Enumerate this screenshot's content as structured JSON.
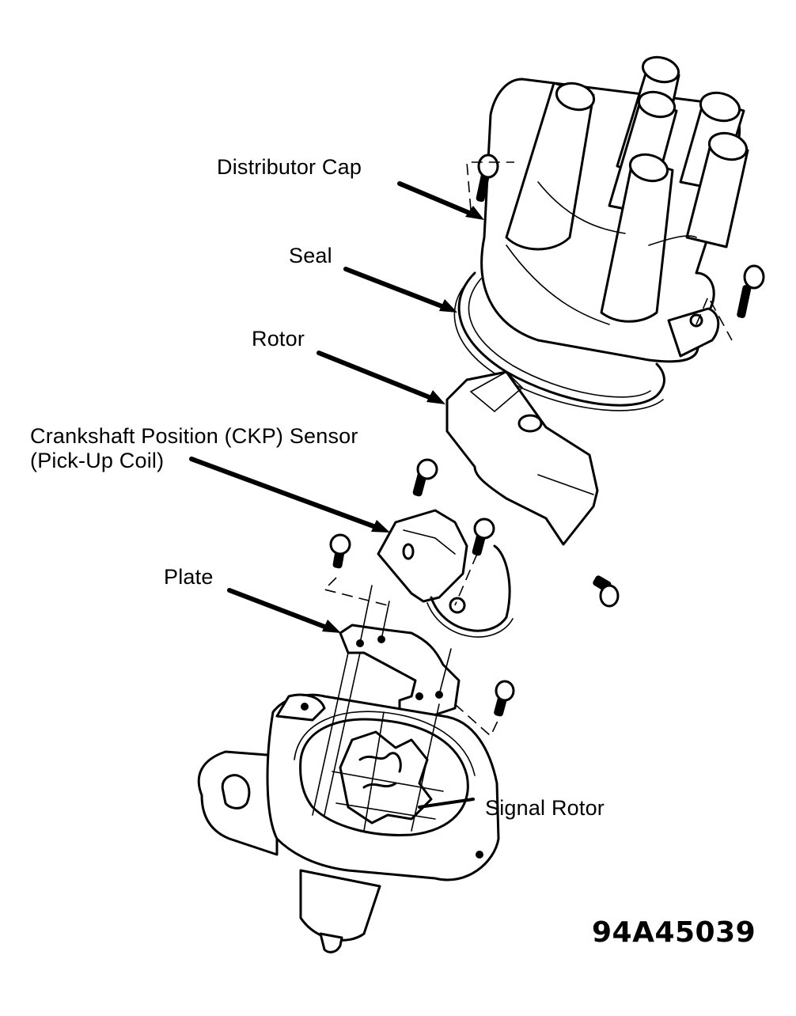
{
  "figure": {
    "id": "94A45039",
    "subject": "Distributor exploded view"
  },
  "labels": {
    "distributor_cap": "Distributor Cap",
    "seal": "Seal",
    "rotor": "Rotor",
    "ckp_sensor_line1": "Crankshaft Position (CKP) Sensor",
    "ckp_sensor_line2": "(Pick-Up Coil)",
    "plate": "Plate",
    "signal_rotor": "Signal Rotor"
  },
  "colors": {
    "ink": "#000000",
    "background": "#ffffff"
  }
}
